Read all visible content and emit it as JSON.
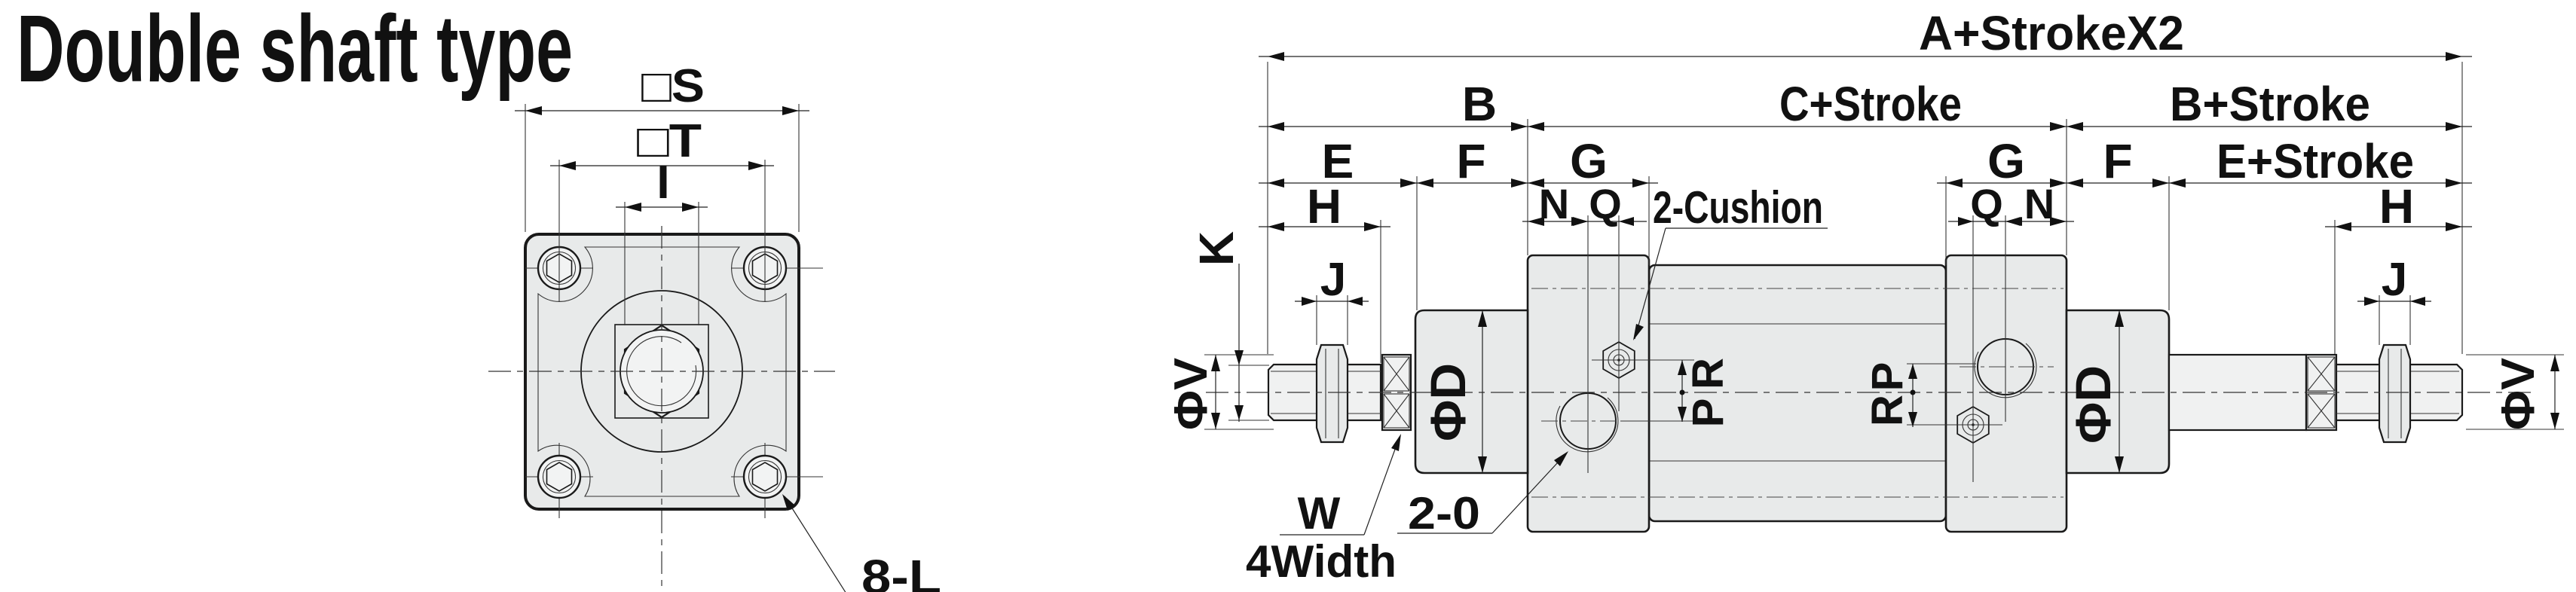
{
  "title": "Double shaft type",
  "front_view": {
    "dim_s": "□S",
    "dim_t": "□T",
    "dim_i": "I",
    "holes_label": "8-L"
  },
  "side_view": {
    "dim_total": "A+StrokeX2",
    "dim_b": "B",
    "dim_c_stroke": "C+Stroke",
    "dim_b_stroke": "B+Stroke",
    "dim_e": "E",
    "dim_f_left": "F",
    "dim_g_left": "G",
    "dim_g_right": "G",
    "dim_f_right": "F",
    "dim_e_stroke": "E+Stroke",
    "dim_h_left": "H",
    "dim_h_right": "H",
    "dim_n_left": "N",
    "dim_q_left": "Q",
    "dim_q_right": "Q",
    "dim_n_right": "N",
    "dim_j_left": "J",
    "dim_j_right": "J",
    "dim_k": "K",
    "dim_rod_dia_left": "ΦV",
    "dim_rod_dia_right": "ΦV",
    "dim_gland_dia_left": "ΦD",
    "dim_gland_dia_right": "ΦD",
    "dim_r_left": "R",
    "dim_p_left": "P",
    "dim_p_right": "P",
    "dim_r_right": "R",
    "cushion_label": "2-Cushion",
    "port_label": "2-0",
    "flat_label": "W",
    "flat_sub_label": "4Width"
  },
  "colors": {
    "line": "#1a1a1a",
    "body_fill": "#e8eaea",
    "rod_fill": "#f0f1f1",
    "background": "#ffffff"
  }
}
